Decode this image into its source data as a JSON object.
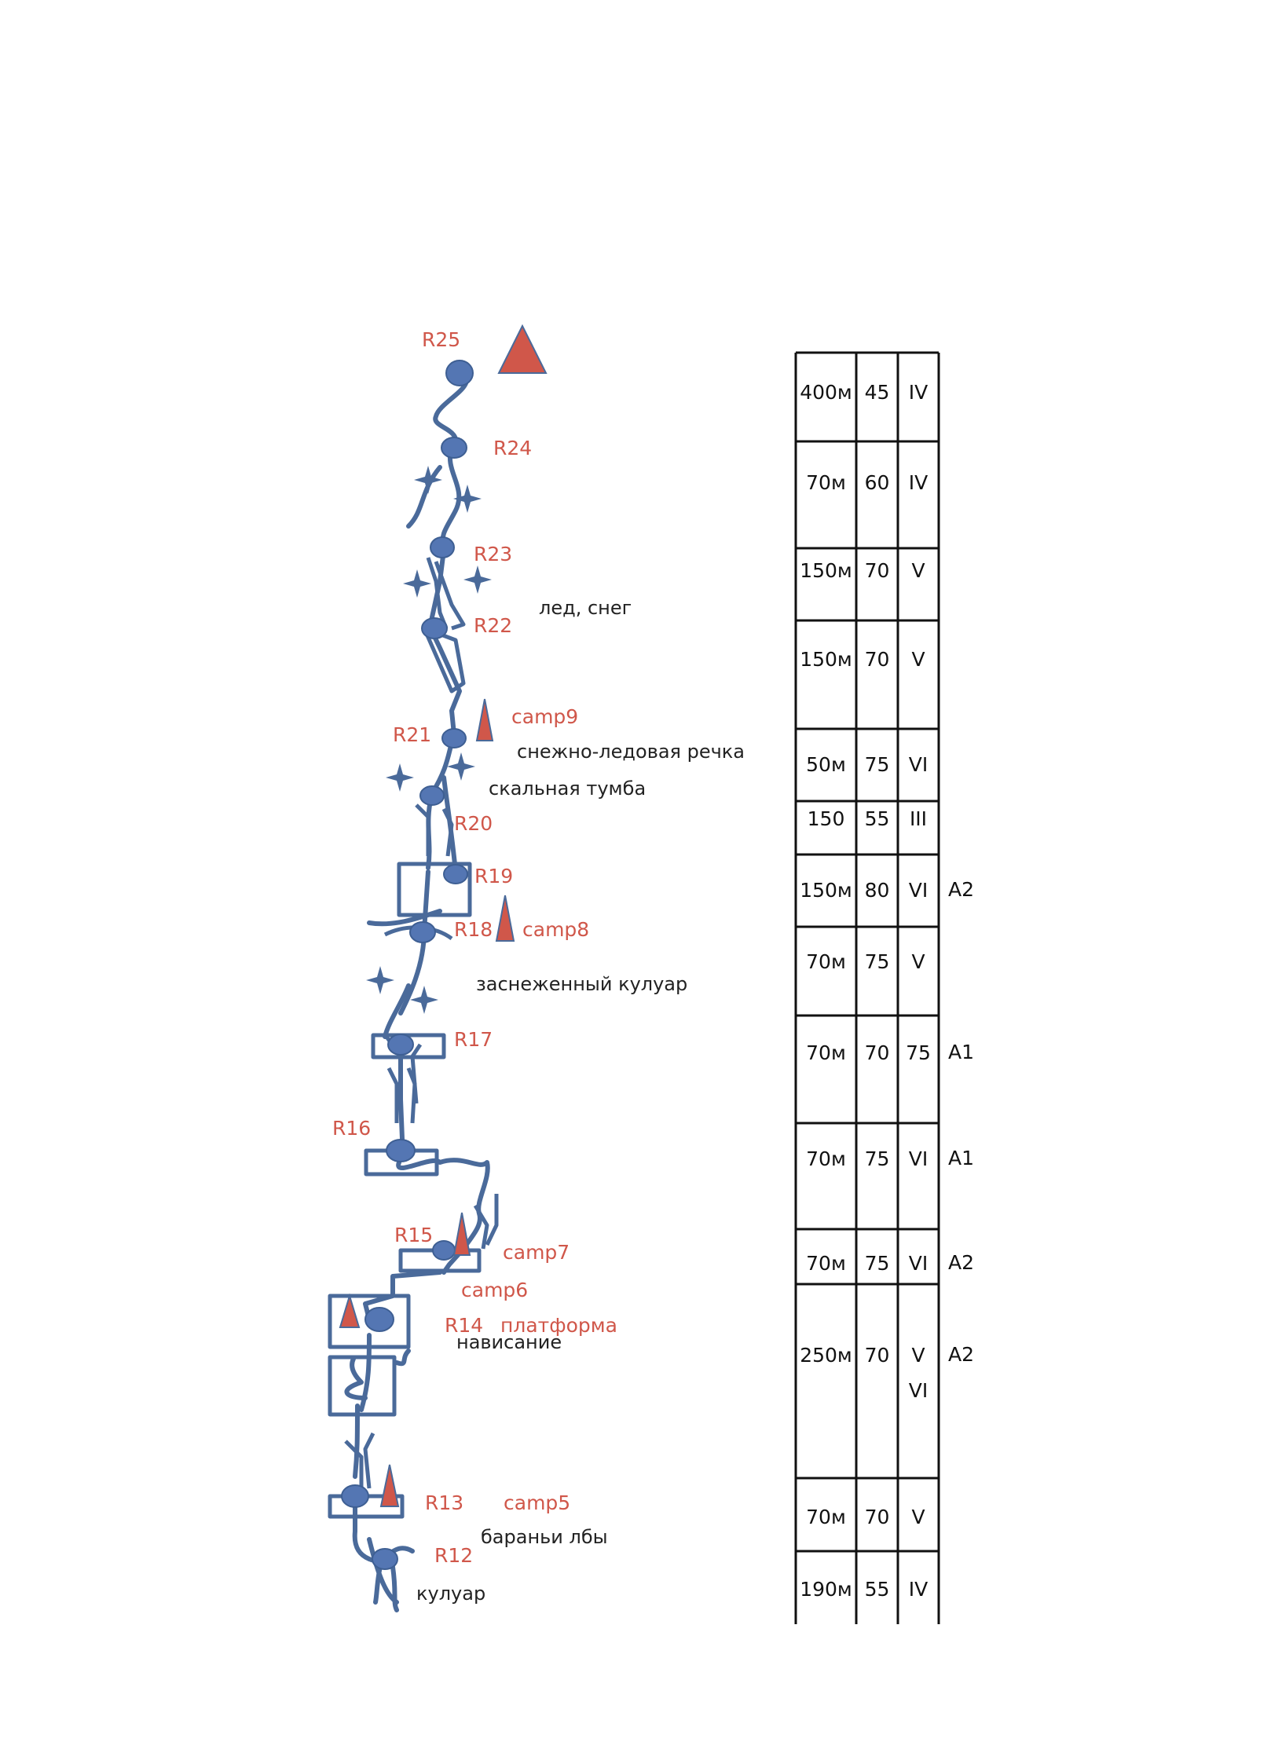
{
  "colors": {
    "route": "#4a6a9a",
    "anchor": "#5476b3",
    "camp": "#d0574a",
    "grid": "#111111"
  },
  "belays": [
    {
      "id": "R25",
      "label": "R25"
    },
    {
      "id": "R24",
      "label": "R24"
    },
    {
      "id": "R23",
      "label": "R23"
    },
    {
      "id": "R22",
      "label": "R22"
    },
    {
      "id": "R21",
      "label": "R21"
    },
    {
      "id": "R20",
      "label": "R20"
    },
    {
      "id": "R19",
      "label": "R19"
    },
    {
      "id": "R18",
      "label": "R18"
    },
    {
      "id": "R17",
      "label": "R17"
    },
    {
      "id": "R16",
      "label": "R16"
    },
    {
      "id": "R15",
      "label": "R15"
    },
    {
      "id": "R14",
      "label": "R14"
    },
    {
      "id": "R13",
      "label": "R13"
    },
    {
      "id": "R12",
      "label": "R12"
    }
  ],
  "camps": [
    {
      "id": "camp9",
      "label": "camp9"
    },
    {
      "id": "camp8",
      "label": "camp8"
    },
    {
      "id": "camp7",
      "label": "camp7"
    },
    {
      "id": "camp6",
      "label": "camp6"
    },
    {
      "id": "camp5",
      "label": "camp5"
    }
  ],
  "notes": {
    "ice_snow": "лед, снег",
    "snow_ice_stream": "снежно-ледовая речка",
    "rock_pillar": "скальная тумба",
    "snowy_couloir": "заснеженный кулуар",
    "platform": "платформа",
    "overhang": "нависание",
    "sheep_backs": "бараньи лбы",
    "couloir": "кулуар"
  },
  "table": {
    "rows": [
      {
        "length": "400м",
        "angle": "45",
        "grade": [
          "IV"
        ],
        "aid": ""
      },
      {
        "length": "70м",
        "angle": "60",
        "grade": [
          "IV"
        ],
        "aid": ""
      },
      {
        "length": "150м",
        "angle": "70",
        "grade": [
          "V"
        ],
        "aid": ""
      },
      {
        "length": "150м",
        "angle": "70",
        "grade": [
          "V"
        ],
        "aid": ""
      },
      {
        "length": "50м",
        "angle": "75",
        "grade": [
          "VI"
        ],
        "aid": ""
      },
      {
        "length": "150",
        "angle": "55",
        "grade": [
          "III"
        ],
        "aid": ""
      },
      {
        "length": "150м",
        "angle": "80",
        "grade": [
          "VI"
        ],
        "aid": "A2"
      },
      {
        "length": "70м",
        "angle": "75",
        "grade": [
          "V"
        ],
        "aid": ""
      },
      {
        "length": "70м",
        "angle": "70",
        "grade": [
          "75"
        ],
        "aid": "A1"
      },
      {
        "length": "70м",
        "angle": "75",
        "grade": [
          "VI"
        ],
        "aid": "A1"
      },
      {
        "length": "70м",
        "angle": "75",
        "grade": [
          "VI"
        ],
        "aid": "A2"
      },
      {
        "length": "250м",
        "angle": "70",
        "grade": [
          "V",
          "VI"
        ],
        "aid": "A2"
      },
      {
        "length": "70м",
        "angle": "70",
        "grade": [
          "V"
        ],
        "aid": ""
      },
      {
        "length": "190м",
        "angle": "55",
        "grade": [
          "IV"
        ],
        "aid": ""
      }
    ]
  }
}
